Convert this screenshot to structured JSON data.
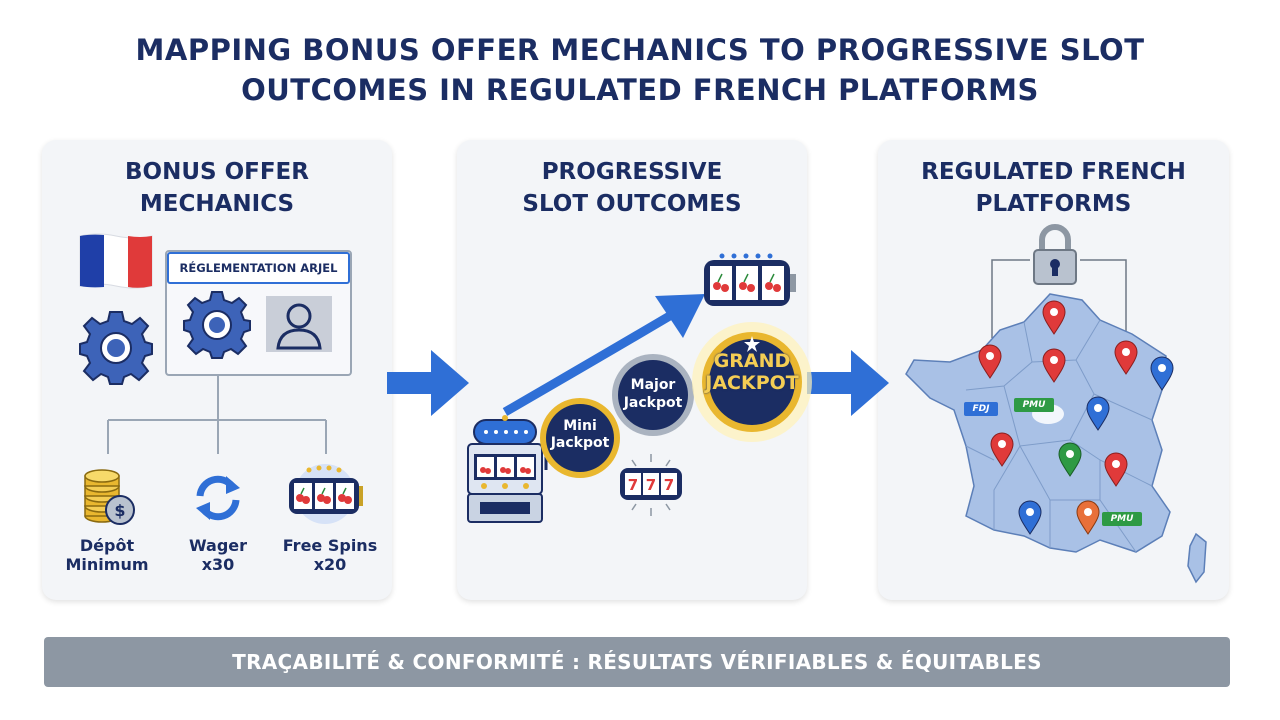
{
  "title": {
    "line1": "MAPPING BONUS OFFER MECHANICS TO PROGRESSIVE SLOT",
    "line2": "OUTCOMES IN REGULATED FRENCH PLATFORMS"
  },
  "panels": [
    {
      "title_line1": "BONUS OFFER",
      "title_line2": "MECHANICS"
    },
    {
      "title_line1": "PROGRESSIVE",
      "title_line2": "SLOT OUTCOMES"
    },
    {
      "title_line1": "REGULATED FRENCH",
      "title_line2": "PLATFORMS"
    }
  ],
  "regulation": {
    "header": "RÉGLEMENTATION ARJEL"
  },
  "mechanics": [
    {
      "line1": "Dépôt",
      "line2": "Minimum"
    },
    {
      "line1": "Wager",
      "line2": "x30"
    },
    {
      "line1": "Free Spins",
      "line2": "x20"
    }
  ],
  "jackpots": {
    "mini": {
      "line1": "Mini",
      "line2": "Jackpot"
    },
    "major": {
      "line1": "Major",
      "line2": "Jackpot"
    },
    "grand": {
      "line1": "GRAND",
      "line2": "JACKPOT"
    }
  },
  "map_badges": {
    "fdj": "FDJ",
    "pmu": "PMU"
  },
  "banner": "TRAÇABILITÉ & CONFORMITÉ : RÉSULTATS VÉRIFIABLES & ÉQUITABLES",
  "colors": {
    "navy": "#1b2d63",
    "blue": "#2f6fd6",
    "banner": "#8d97a3",
    "france_blue": "#1f3fa8",
    "france_red": "#e03a3a",
    "map_fill": "#a9c1e6"
  },
  "icons": [
    "france-flag-icon",
    "gear-icon",
    "user-icon",
    "coins-icon",
    "refresh-icon",
    "slot-reels-icon",
    "slot-machine-icon",
    "padlock-icon",
    "map-pin-icon"
  ]
}
